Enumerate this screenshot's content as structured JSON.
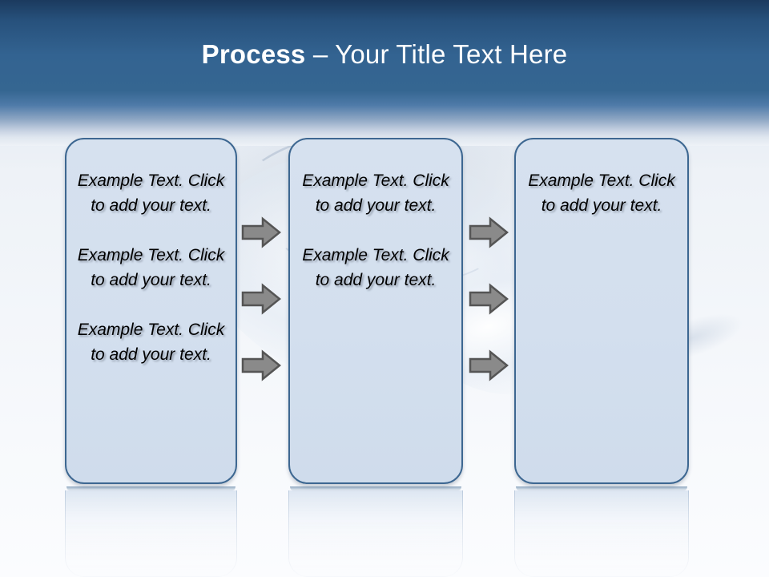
{
  "slide": {
    "title_strong": "Process",
    "title_rest": " – Your Title Text Here",
    "colors": {
      "header_top": "#1b3a5e",
      "header_mid": "#336391",
      "box_fill": "#d3dfee",
      "box_border": "#3d6791",
      "arrow_fill": "#8a8a8a",
      "arrow_stroke": "#555555",
      "title_text": "#ffffff",
      "body_text": "#000000",
      "background": "#f4f7fb"
    }
  },
  "boxes": [
    {
      "id": "box-1",
      "paragraphs": [
        "Example Text. Click  to add your text.",
        "Example Text. Click  to add your text.",
        "Example Text. Click  to add your text."
      ]
    },
    {
      "id": "box-2",
      "paragraphs": [
        "Example Text. Click  to add your text.",
        "Example Text. Click  to add your text."
      ]
    },
    {
      "id": "box-3",
      "paragraphs": [
        "Example Text. Click  to add your text."
      ]
    }
  ],
  "arrows": [
    {
      "id": "arrow-1-1",
      "icon": "right-arrow-icon"
    },
    {
      "id": "arrow-1-2",
      "icon": "right-arrow-icon"
    },
    {
      "id": "arrow-1-3",
      "icon": "right-arrow-icon"
    },
    {
      "id": "arrow-2-1",
      "icon": "right-arrow-icon"
    },
    {
      "id": "arrow-2-2",
      "icon": "right-arrow-icon"
    },
    {
      "id": "arrow-2-3",
      "icon": "right-arrow-icon"
    }
  ]
}
